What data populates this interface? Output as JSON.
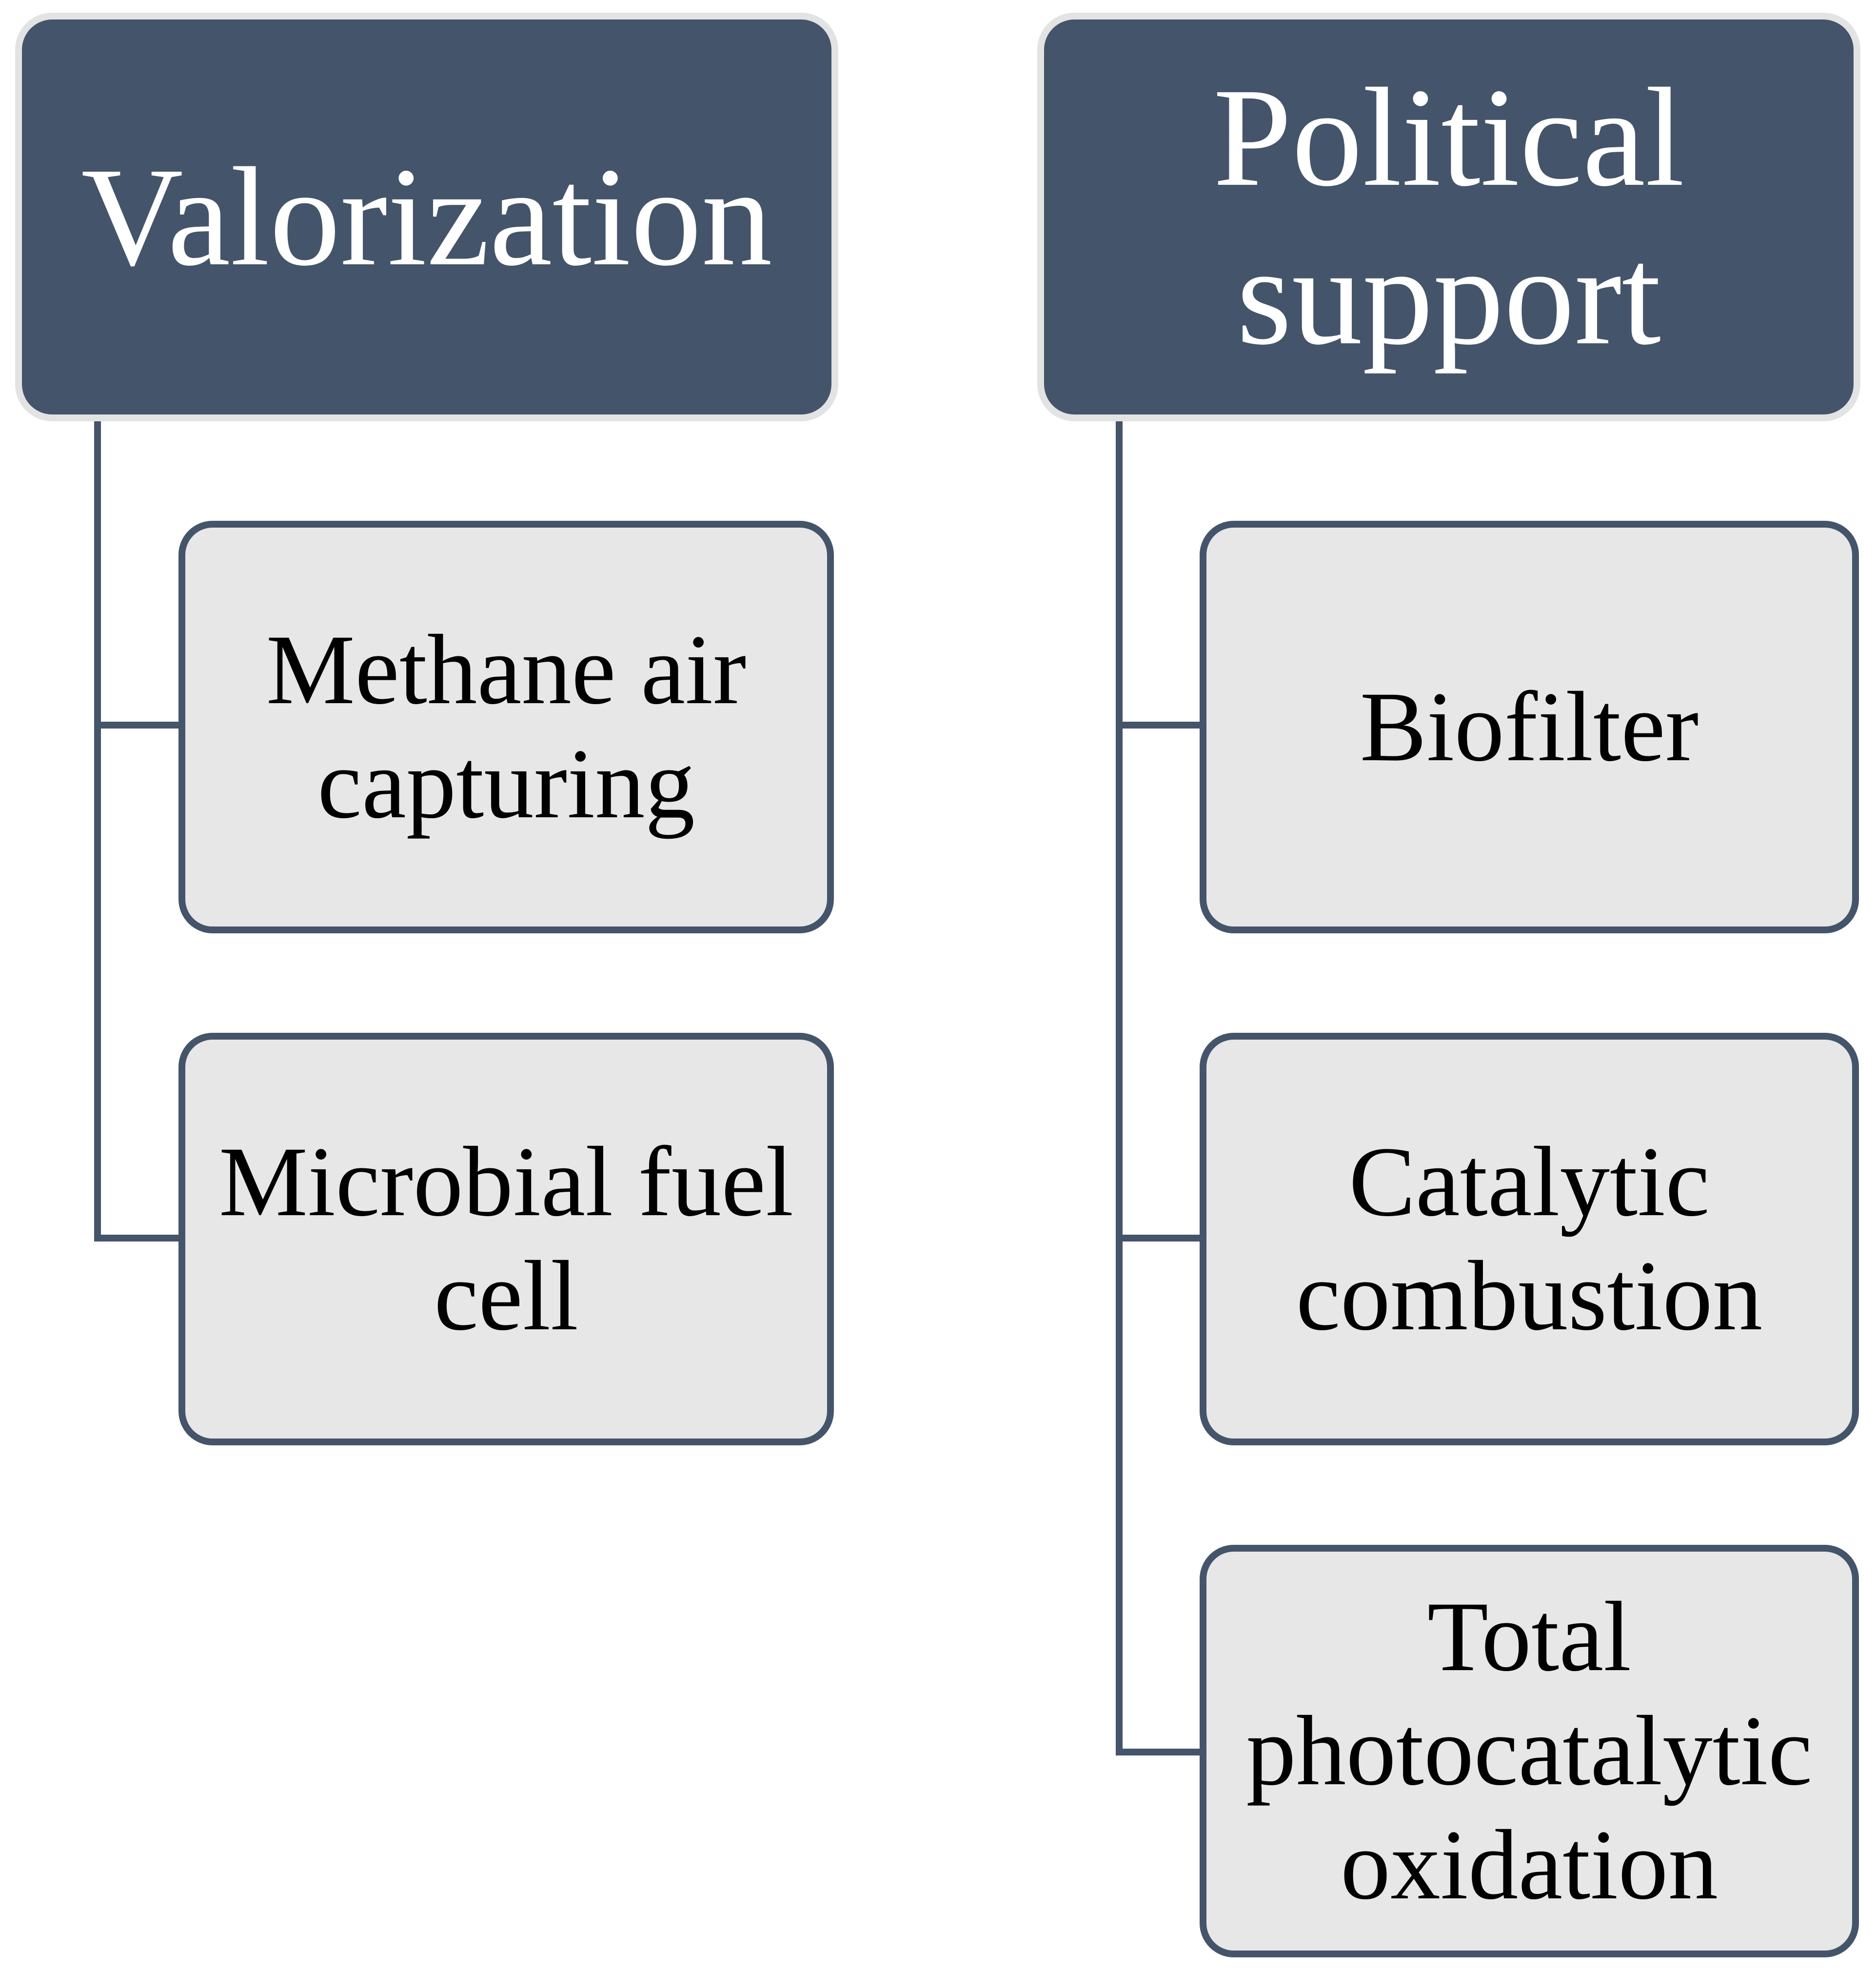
{
  "colors": {
    "header_fill": "#44546a",
    "header_text": "#ffffff",
    "child_fill": "#e7e7e7",
    "child_border": "#44546a",
    "connector": "#44546a"
  },
  "columns": [
    {
      "header": "Valorization",
      "children": [
        "Methane air\ncapturing",
        "Microbial fuel\ncell"
      ]
    },
    {
      "header": "Political\nsupport",
      "children": [
        "Biofilter",
        "Catalytic\ncombustion",
        "Total\nphotocatalytic\noxidation"
      ]
    }
  ]
}
